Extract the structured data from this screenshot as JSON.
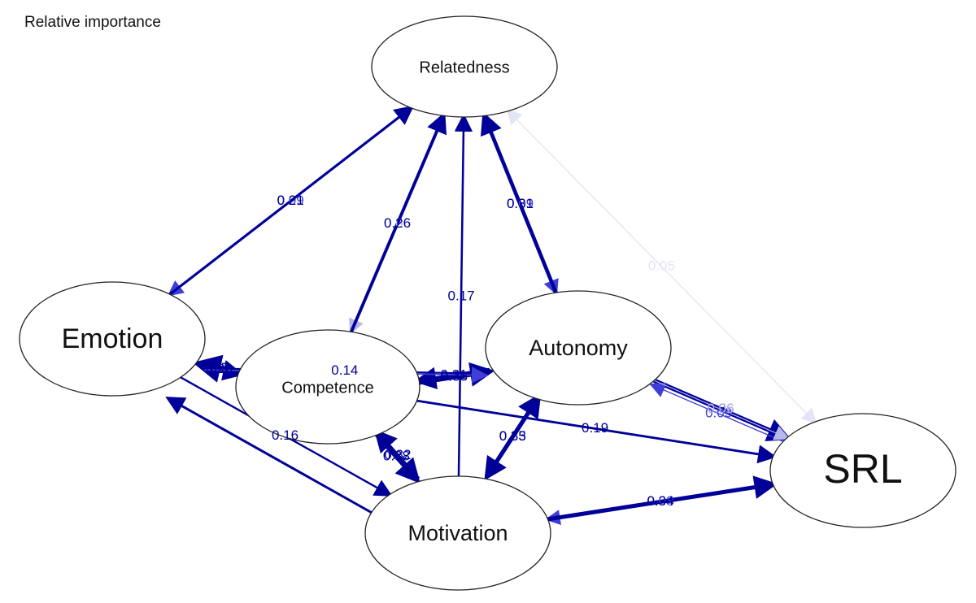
{
  "title": "Relative importance",
  "nodes": [
    {
      "id": "relatedness",
      "label": "Relatedness"
    },
    {
      "id": "emotion",
      "label": "Emotion"
    },
    {
      "id": "competence",
      "label": "Competence"
    },
    {
      "id": "autonomy",
      "label": "Autonomy"
    },
    {
      "id": "srl",
      "label": "SRL"
    },
    {
      "id": "motivation",
      "label": "Motivation"
    }
  ],
  "edges": [
    {
      "from": "relatedness",
      "to": "emotion",
      "label": "0.09",
      "weight": 0.09
    },
    {
      "from": "relatedness",
      "to": "competence",
      "label": "0.06",
      "weight": 0.06
    },
    {
      "from": "relatedness",
      "to": "autonomy",
      "label": "0.09",
      "weight": 0.09
    },
    {
      "from": "relatedness",
      "to": "srl",
      "label": "",
      "weight": 0.04
    },
    {
      "from": "emotion",
      "to": "relatedness",
      "label": "0.21",
      "weight": 0.21
    },
    {
      "from": "competence",
      "to": "relatedness",
      "label": "0.26",
      "weight": 0.26
    },
    {
      "from": "motivation",
      "to": "relatedness",
      "label": "0.17",
      "weight": 0.17
    },
    {
      "from": "autonomy",
      "to": "relatedness",
      "label": "0.31",
      "weight": 0.31
    },
    {
      "from": "autonomy",
      "to": "emotion",
      "label": "0.14",
      "weight": 0.14
    },
    {
      "from": "competence",
      "to": "emotion",
      "label": "0.5",
      "weight": 0.5
    },
    {
      "from": "emotion",
      "to": "competence",
      "label": "0.26",
      "weight": 0.26
    },
    {
      "from": "emotion",
      "to": "motivation",
      "label": "0.16",
      "weight": 0.16
    },
    {
      "from": "autonomy",
      "to": "competence",
      "label": "0.31",
      "weight": 0.31
    },
    {
      "from": "competence",
      "to": "autonomy",
      "label": "0.38",
      "weight": 0.38
    },
    {
      "from": "competence",
      "to": "srl",
      "label": "0.19",
      "weight": 0.19
    },
    {
      "from": "competence",
      "to": "motivation",
      "label": "0.38",
      "weight": 0.38
    },
    {
      "from": "motivation",
      "to": "competence",
      "label": "0.32",
      "weight": 0.32
    },
    {
      "from": "autonomy",
      "to": "motivation",
      "label": "0.33",
      "weight": 0.33
    },
    {
      "from": "motivation",
      "to": "autonomy",
      "label": "0.35",
      "weight": 0.35
    },
    {
      "from": "autonomy",
      "to": "srl",
      "label": "0.36",
      "weight": 0.36
    },
    {
      "from": "srl",
      "to": "autonomy",
      "label": "0.09",
      "weight": 0.09
    },
    {
      "from": "srl",
      "to": "motivation",
      "label": "0.08",
      "weight": 0.08
    },
    {
      "from": "motivation",
      "to": "srl",
      "label": "0.34",
      "weight": 0.34
    },
    {
      "from": "srl",
      "to": "relatedness",
      "label": "0.05",
      "weight": 0.05
    },
    {
      "from": "autonomy",
      "to": "srl",
      "label": "0.06",
      "weight": 0.06
    },
    {
      "from": "emotion",
      "to": "autonomy",
      "label": "",
      "weight": 0.12
    },
    {
      "from": "motivation",
      "to": "emotion",
      "label": "",
      "weight": 0.2
    }
  ],
  "colors": {
    "strong": "#000099",
    "medium": "#3f3fd8",
    "weak": "#b8b8ee",
    "faint": "#e4e4f7",
    "node_border": "#222222"
  }
}
